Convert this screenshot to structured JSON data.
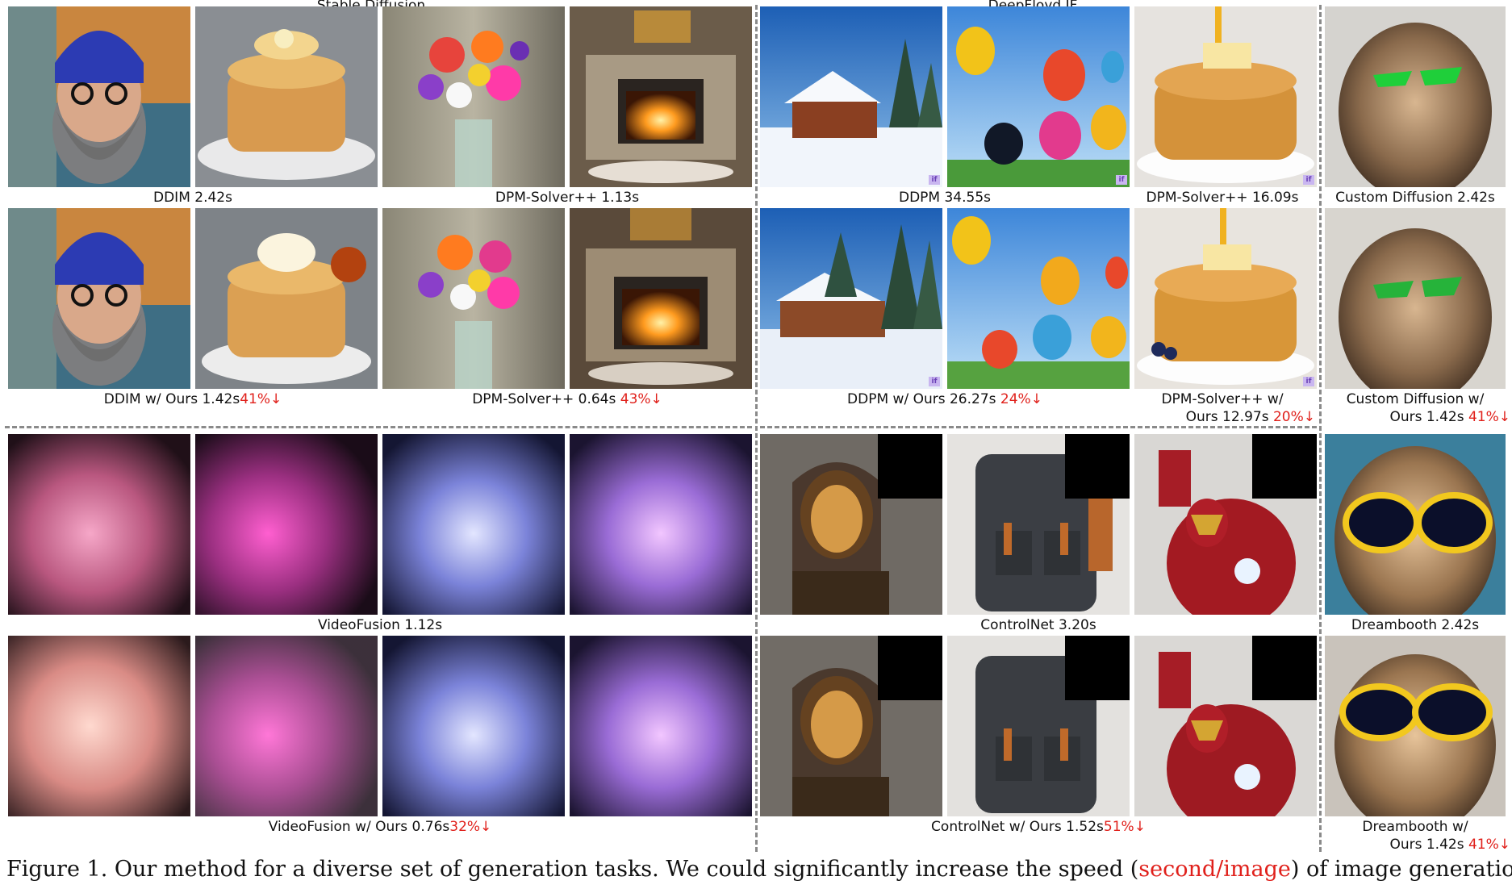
{
  "top_labels": {
    "left": "Stable Diffusion",
    "right": "DeepFloyd IF"
  },
  "badge": "if",
  "captions": {
    "ddim": {
      "name": "DDIM 2.42s"
    },
    "dpms_sd": {
      "name": "DPM-Solver++ 1.13s"
    },
    "ddpm": {
      "name": "DDPM 34.55s"
    },
    "dpms_if": {
      "name": "DPM-Solver++ 16.09s"
    },
    "custom": {
      "name": "Custom Diffusion 2.42s"
    },
    "ddim_ours": {
      "name": "DDIM w/ Ours 1.42s",
      "pct": "41%↓"
    },
    "dpms_sd_ours": {
      "name": "DPM-Solver++ 0.64s",
      "pct": "43%↓"
    },
    "ddpm_ours": {
      "name": "DDPM w/ Ours 26.27s",
      "pct": "24%↓"
    },
    "dpms_if_ours": {
      "line1": "DPM-Solver++ w/",
      "line2": "Ours 12.97s",
      "pct": "20%↓"
    },
    "custom_ours": {
      "line1": "Custom Diffusion w/",
      "line2": "Ours 1.42s",
      "pct": "41%↓"
    },
    "videofusion": {
      "name": "VideoFusion 1.12s"
    },
    "controlnet": {
      "name": "ControlNet 3.20s"
    },
    "dreambooth": {
      "name": "Dreambooth 2.42s"
    },
    "videofusion_ours": {
      "name": "VideoFusion w/ Ours 0.76s",
      "pct": "32%↓"
    },
    "controlnet_ours": {
      "name": "ControlNet w/ Ours 1.52s",
      "pct": "51%↓"
    },
    "dreambooth_ours": {
      "line1": "Dreambooth w/",
      "line2": "Ours 1.42s",
      "pct": "41%↓"
    }
  },
  "figure_caption": {
    "before": "Figure 1. Our method for a diverse set of generation tasks. We could significantly increase the speed (",
    "highlight": "second/image",
    "after": ") of image generation."
  },
  "colors": {
    "accent_red": "#e0201b",
    "divider": "#8a8a8a"
  }
}
